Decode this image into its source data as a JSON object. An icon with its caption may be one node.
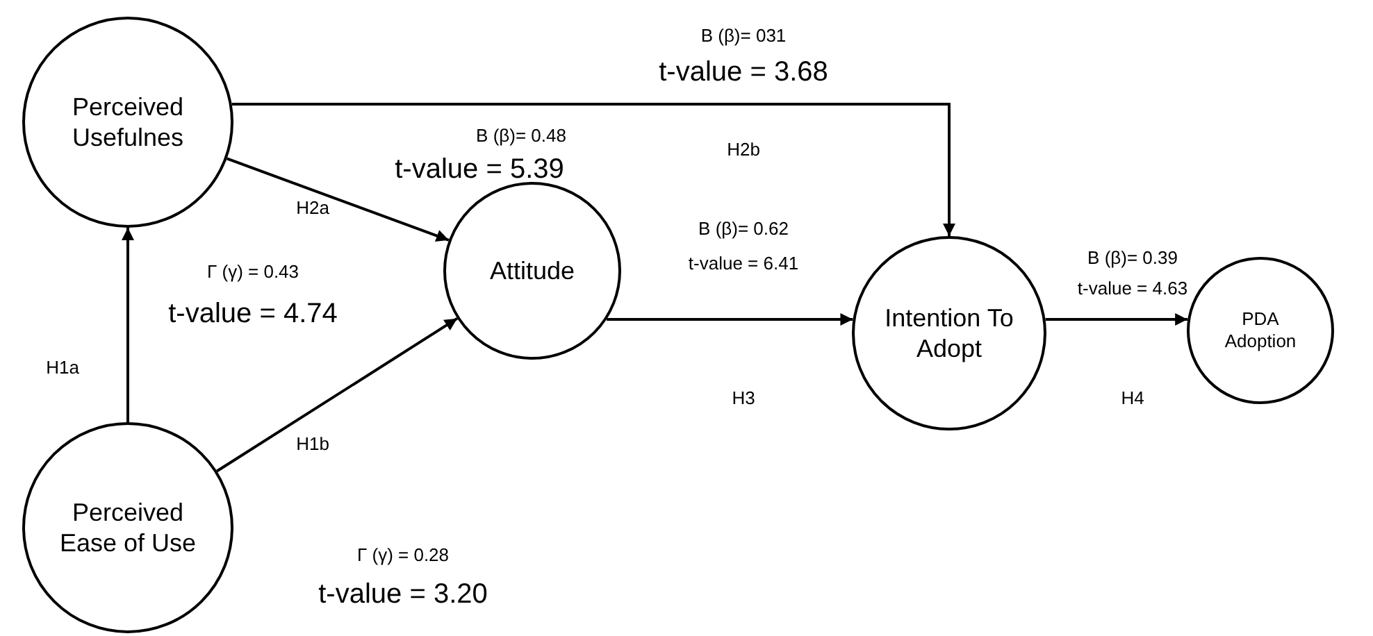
{
  "diagram": {
    "nodes": [
      {
        "text": [
          "Perceived Usefulnes"
        ]
      },
      {
        "text": [
          "Attitude"
        ]
      },
      {
        "text": [
          "Intention To Adopt"
        ]
      },
      {
        "text": [
          "PDA Adoption"
        ]
      },
      {
        "text": [
          "Perceived Ease of Use"
        ]
      }
    ],
    "edges": [
      {
        "from": 4,
        "to": 0,
        "arrow": "to"
      },
      {
        "from": 0,
        "to": 1,
        "arrow": "to"
      },
      {
        "from": 4,
        "to": 1,
        "arrow": "to"
      },
      {
        "from": 0,
        "to": 2,
        "arrow": "to"
      },
      {
        "from": 1,
        "to": 2,
        "arrow": "to"
      },
      {
        "from": 2,
        "to": 3,
        "arrow": "to"
      }
    ],
    "labels": [
      "Β (β)= 031",
      "t-value = 3.68",
      "Β (β)= 0.48",
      "H2b",
      "t-value = 5.39",
      "H2a",
      "Β (β)= 0.62",
      "Β (β)= 0.39",
      "t-value = 6.41",
      "Γ (γ) = 0.43",
      "t-value = 4.63",
      "t-value = 4.74",
      "H1a",
      "H3",
      "H4",
      "H1b",
      "Γ (γ) = 0.28",
      "t-value = 3.20"
    ]
  }
}
